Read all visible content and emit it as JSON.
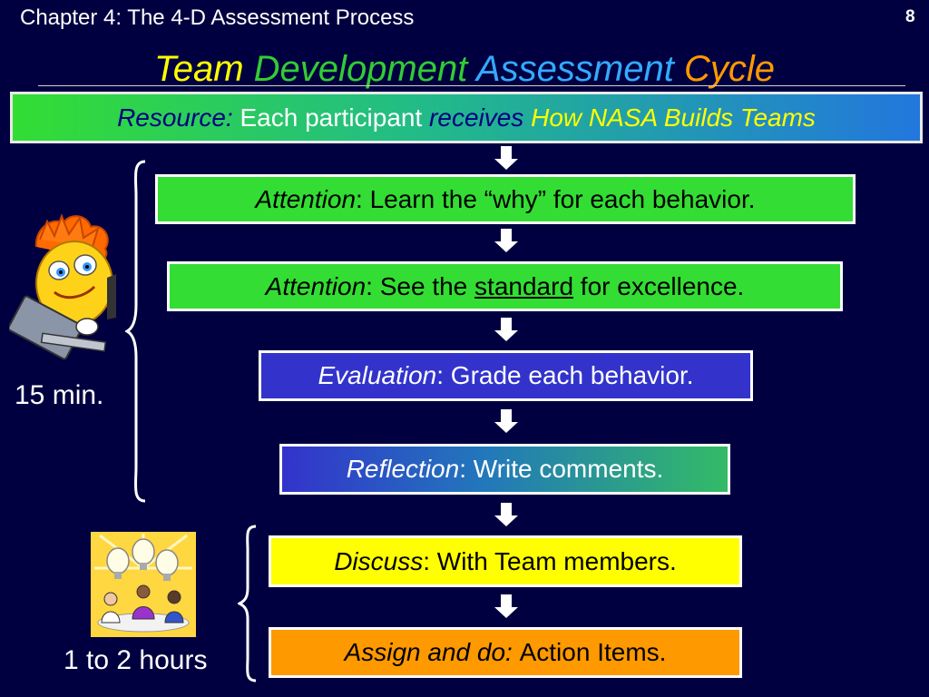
{
  "header": {
    "chapter": "Chapter 4: The 4-D Assessment Process",
    "page_number": "8"
  },
  "title": {
    "word1": "Team",
    "word2": "Development",
    "word3": "Assessment",
    "word4": "Cycle",
    "colors": [
      "#ffff00",
      "#33cc33",
      "#33aaff",
      "#ff9900"
    ]
  },
  "resource": {
    "label": "Resource:",
    "text1": "Each participant",
    "text2": "receives",
    "text3": "How NASA Builds Teams"
  },
  "steps": [
    {
      "label": "Attention",
      "text": ": Learn the “why” for each behavior."
    },
    {
      "label": "Attention",
      "pre": ": See the",
      "link": "standard",
      "post": "for excellence."
    },
    {
      "label": "Evaluation",
      "text": ": Grade each behavior."
    },
    {
      "label": "Reflection",
      "text": ": Write comments."
    },
    {
      "label": "Discuss",
      "text": ": With Team members."
    },
    {
      "label": "Assign and do:",
      "text": "Action Items."
    }
  ],
  "durations": {
    "first": "15 min.",
    "second": "1 to 2 hours"
  },
  "colors": {
    "background": "#000040",
    "green": "#33dd33",
    "blue": "#3333cc",
    "yellow": "#ffff00",
    "orange": "#ff9900"
  }
}
